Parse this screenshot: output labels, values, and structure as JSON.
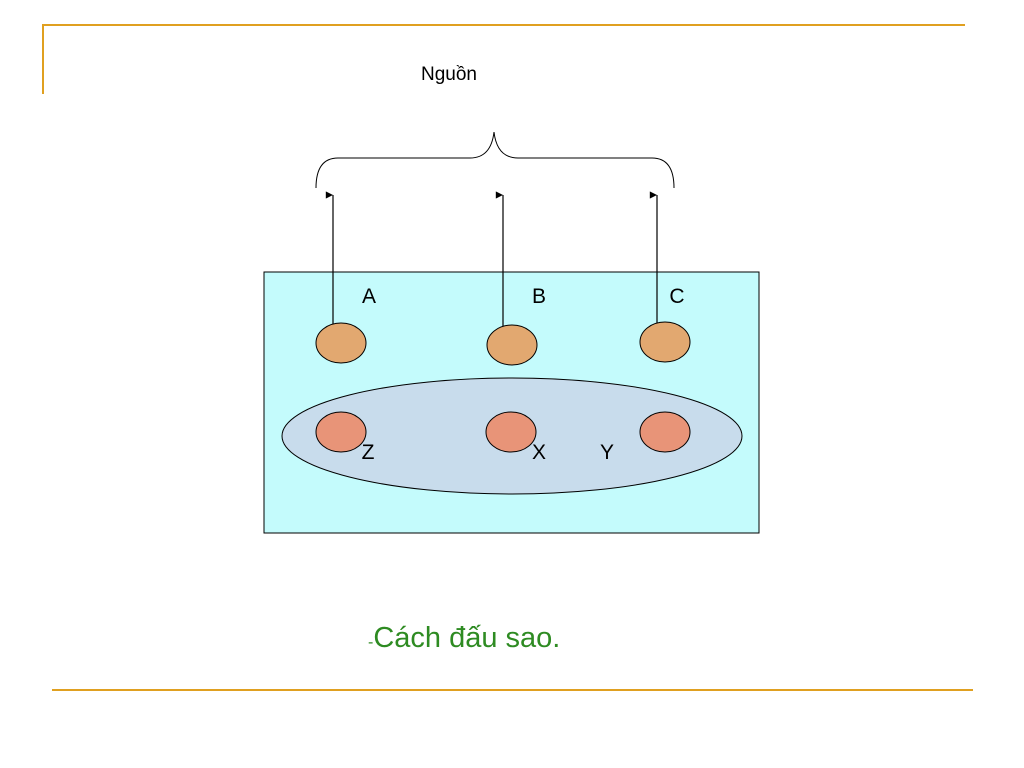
{
  "diagram": {
    "source_label": "Nguồn",
    "terminals": {
      "a": "A",
      "b": "B",
      "c": "C"
    },
    "ends": {
      "z": "Z",
      "x": "X",
      "y": "Y"
    }
  },
  "caption": {
    "dash": "-",
    "text": "Cách đấu sao."
  },
  "colors": {
    "rule": "#e0a020",
    "box_fill": "#c4fbfc",
    "ellipse_fill": "#c8dcec",
    "terminal_fill": "#e2a870",
    "end_fill": "#e89478",
    "caption": "#2e8b22"
  }
}
